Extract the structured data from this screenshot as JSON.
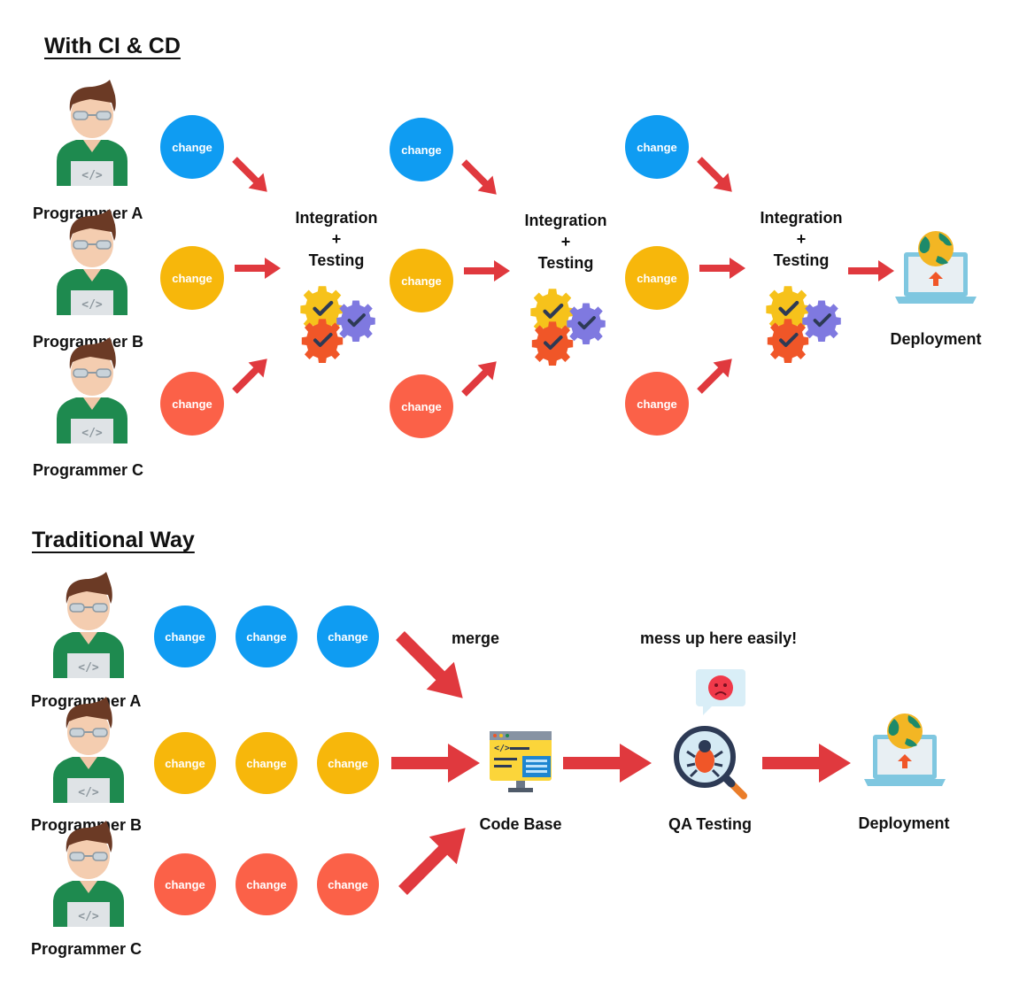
{
  "ci_cd": {
    "heading": "With CI & CD",
    "programmers": [
      "Programmer A",
      "Programmer B",
      "Programmer C"
    ],
    "change_label": "change",
    "integration": [
      "Integration",
      "+",
      "Testing"
    ],
    "deployment": "Deployment"
  },
  "traditional": {
    "heading": "Traditional Way",
    "programmers": [
      "Programmer A",
      "Programmer B",
      "Programmer C"
    ],
    "change_label": "change",
    "merge": "merge",
    "mess_up": "mess up here easily!",
    "code_base": "Code Base",
    "qa_testing": "QA Testing",
    "deployment": "Deployment"
  },
  "colors": {
    "blue": "#0f9cf2",
    "yellow": "#f7b70b",
    "red": "#fb6148",
    "arrow": "#e0393e"
  },
  "icons": [
    "programmer-icon",
    "gears-icon",
    "laptop-globe-icon",
    "code-window-icon",
    "bug-magnifier-icon",
    "sad-chat-bubble-icon"
  ]
}
